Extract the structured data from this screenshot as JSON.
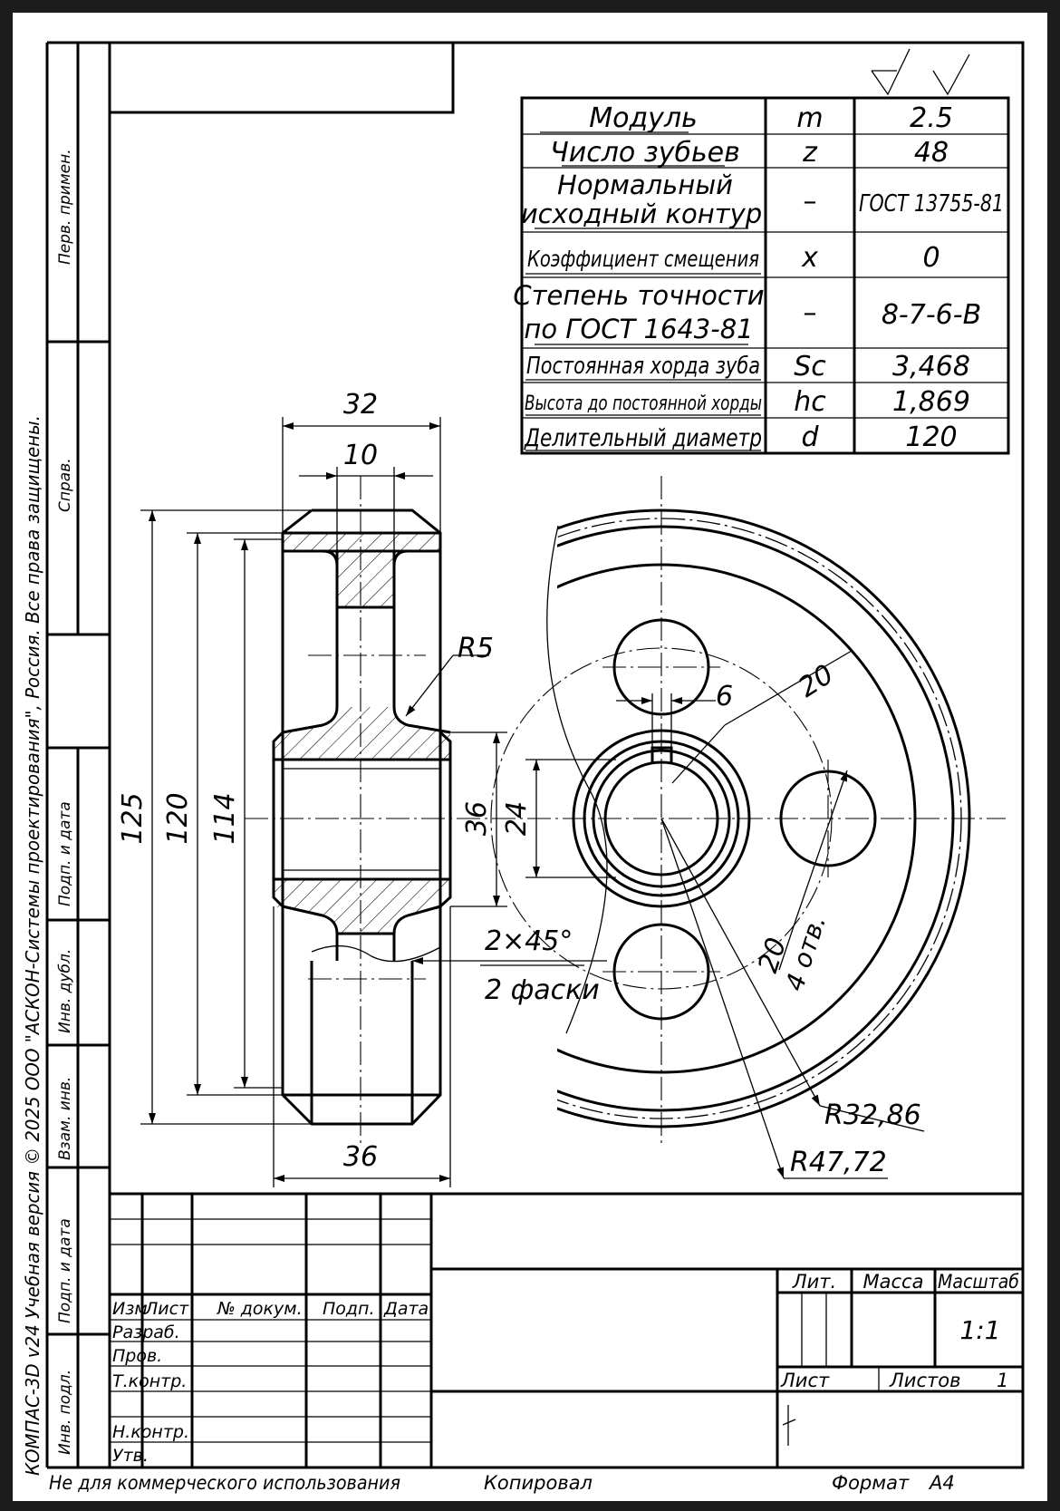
{
  "side_stamp": {
    "copyright": "КОМПАС-3D v24 Учебная версия © 2025 ООО \"АСКОН-Системы проектирования\", Россия. Все права защищены.",
    "cells": [
      "Перв. примен.",
      "Справ.",
      "Подп. и дата",
      "Инв. дубл.",
      "Взам. инв.",
      "Подп. и дата",
      "Инв. подл."
    ]
  },
  "gear_params": {
    "rows": [
      {
        "label": "Модуль",
        "symbol": "m",
        "value": "2.5"
      },
      {
        "label": "Число зубьев",
        "symbol": "z",
        "value": "48"
      },
      {
        "label": "Нормальный исходный контур",
        "label_lines": [
          "Нормальный",
          "исходный контур"
        ],
        "symbol": "–",
        "value": "ГОСТ 13755-81"
      },
      {
        "label": "Коэффициент смещения",
        "symbol": "x",
        "value": "0"
      },
      {
        "label": "Степень точности по ГОСТ 1643-81",
        "label_lines": [
          "Степень точности",
          "по ГОСТ 1643-81"
        ],
        "symbol": "–",
        "value": "8-7-6-В"
      },
      {
        "label": "Постоянная хорда зуба",
        "symbol": "Sc",
        "value": "3,468"
      },
      {
        "label": "Высота до постоянной хорды",
        "symbol": "hc",
        "value": "1,869"
      },
      {
        "label": "Делительный диаметр",
        "symbol": "d",
        "value": "120"
      }
    ]
  },
  "dimensions": {
    "top_width": "32",
    "hub_width": "10",
    "bottom_width": "36",
    "dia_125": "125",
    "dia_120": "120",
    "dia_114": "114",
    "dia_36": "36",
    "dia_24": "24",
    "fillet": "R5",
    "chamfer": "2×45°",
    "chamfer_note": "2 фаски",
    "key_width": "6",
    "hole_dia_top": "20",
    "hole_dia_bottom": "20",
    "holes_note": "4 отв.",
    "r_small": "R32,86",
    "r_large": "R47,72"
  },
  "title_block": {
    "header": [
      "Изм",
      "Лист",
      "№ докум.",
      "Подп.",
      "Дата"
    ],
    "roles": [
      "Разраб.",
      "Пров.",
      "Т.контр.",
      "",
      "Н.контр.",
      "Утв."
    ],
    "lit": "Лит.",
    "mass": "Масса",
    "scale_label": "Масштаб",
    "scale": "1:1",
    "sheet": "Лист",
    "sheets_label": "Листов",
    "sheets_count": "1"
  },
  "footer": {
    "non_commercial": "Не для коммерческого использования",
    "copied": "Копировал",
    "format_label": "Формат",
    "format": "A4"
  }
}
